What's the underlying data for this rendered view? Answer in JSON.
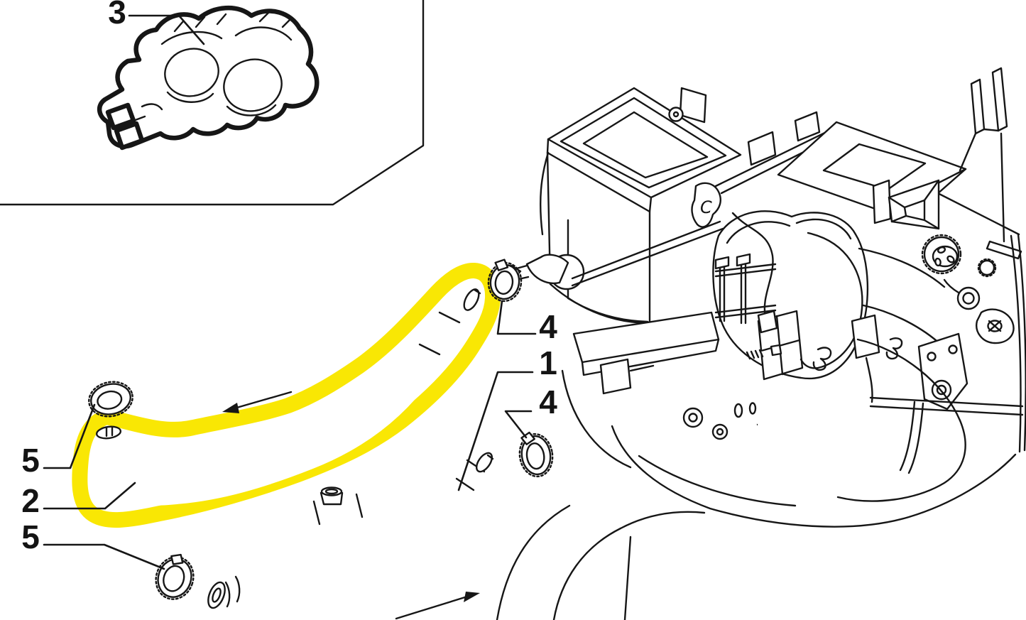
{
  "figure": {
    "kind": "exploded parts diagram",
    "background_color": "#ffffff",
    "line_color": "#161616",
    "highlight_color": "#f9e704",
    "highlighted_callout": "2"
  },
  "callouts": [
    {
      "label": "3"
    },
    {
      "label": "4"
    },
    {
      "label": "1"
    },
    {
      "label": "4"
    },
    {
      "label": "5"
    },
    {
      "label": "2"
    },
    {
      "label": "5"
    }
  ],
  "unit": {
    "embossed_letter": "C"
  }
}
